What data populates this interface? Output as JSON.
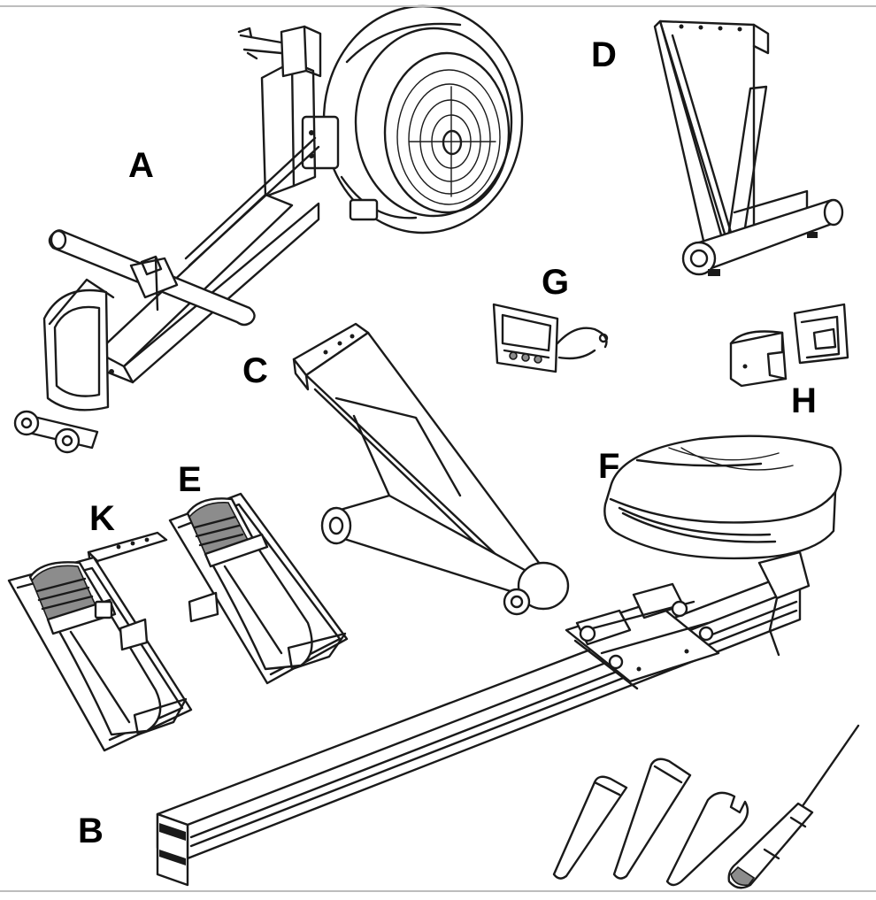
{
  "labels": {
    "a": "A",
    "b": "B",
    "c": "C",
    "d": "D",
    "e": "E",
    "f": "F",
    "g": "G",
    "h": "H",
    "k": "K"
  },
  "colors": {
    "ink": "#1a1a1a",
    "background": "#ffffff",
    "frame": "#bdbdbd"
  }
}
